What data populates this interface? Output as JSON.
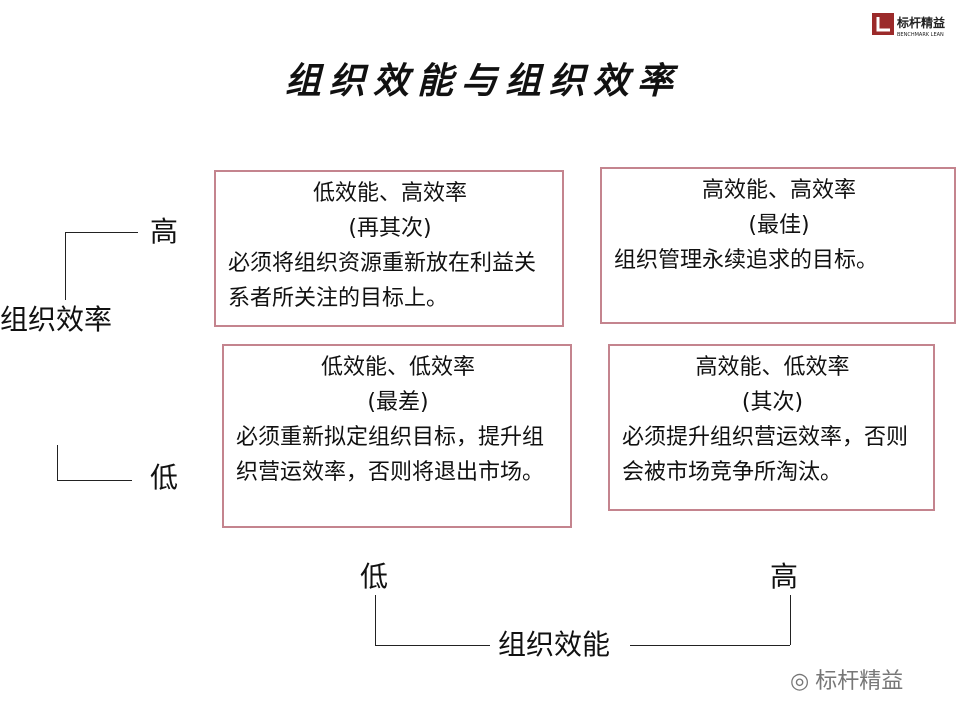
{
  "logo": {
    "cn": "标杆精益",
    "en": "BENCHMARK LEAN",
    "color": "#9b2a2a"
  },
  "title": "组织效能与组织效率",
  "y_axis": {
    "label": "组织效率",
    "high": "高",
    "low": "低"
  },
  "x_axis": {
    "label": "组织效能",
    "high": "高",
    "low": "低"
  },
  "quadrants": [
    {
      "heading": "低效能、高效率",
      "rank": "(再其次)",
      "text": "必须将组织资源重新放在利益关系者所关注的目标上。"
    },
    {
      "heading": "高效能、高效率",
      "rank": "(最佳)",
      "text": "组织管理永续追求的目标。"
    },
    {
      "heading": "低效能、低效率",
      "rank": "(最差)",
      "text": "必须重新拟定组织目标，提升组织营运效率，否则将退出市场。"
    },
    {
      "heading": "高效能、低效率",
      "rank": "(其次)",
      "text": "必须提升组织营运效率，否则会被市场竞争所淘汰。"
    }
  ],
  "watermark": "标杆精益",
  "border_color": "#c4848e"
}
